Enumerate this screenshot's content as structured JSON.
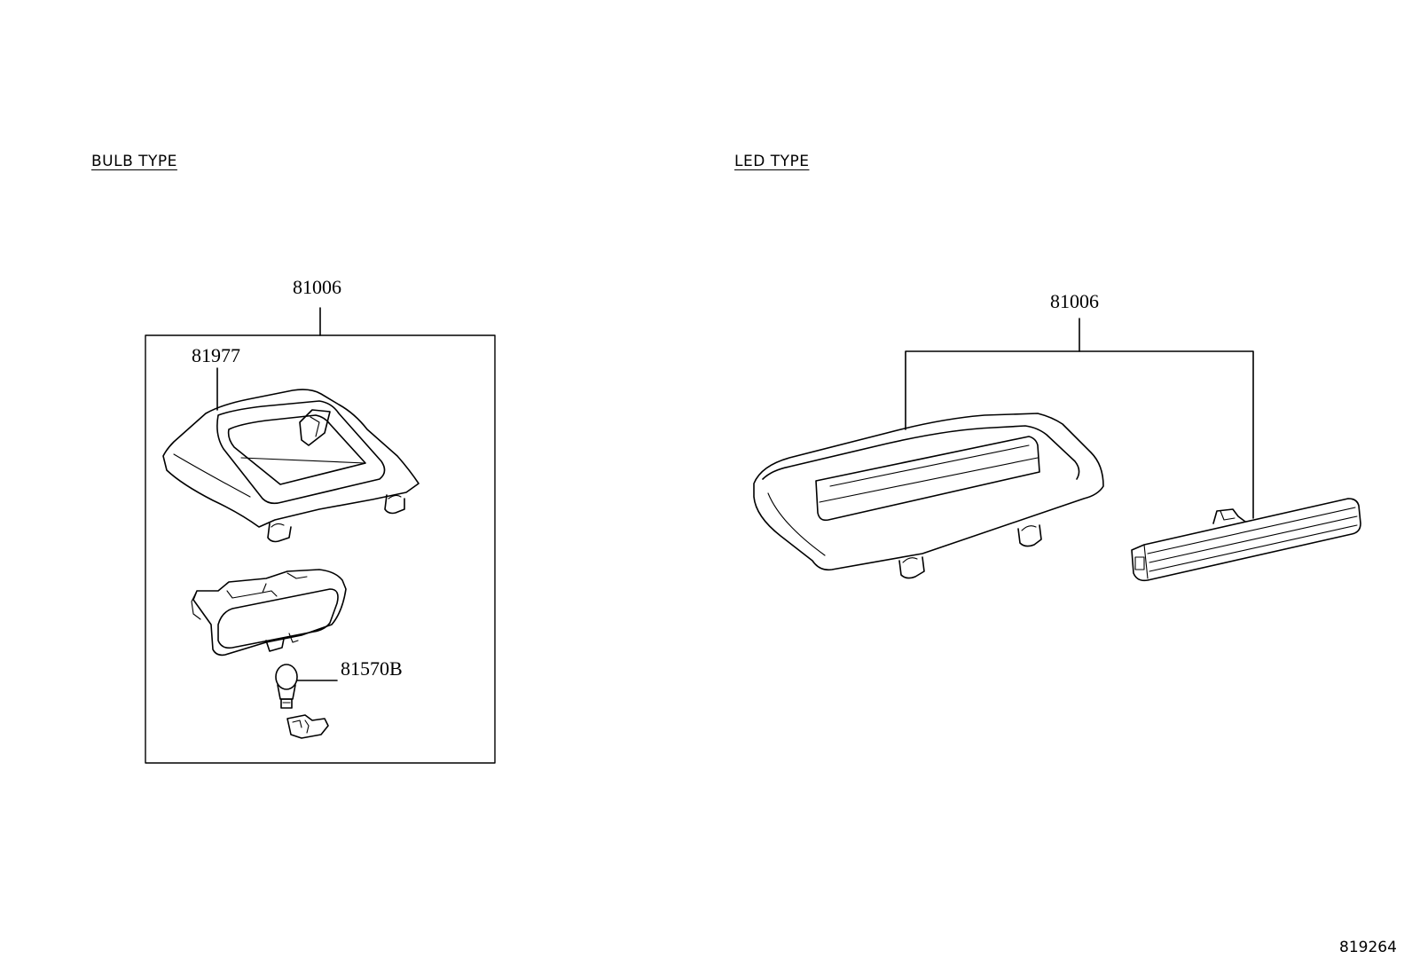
{
  "sections": {
    "bulb": {
      "heading": "BULB TYPE",
      "assembly_part": "81006",
      "parts": [
        {
          "number": "81977"
        },
        {
          "number": "81570B"
        }
      ]
    },
    "led": {
      "heading": "LED TYPE",
      "assembly_part": "81006"
    }
  },
  "diagram_code": "819264"
}
